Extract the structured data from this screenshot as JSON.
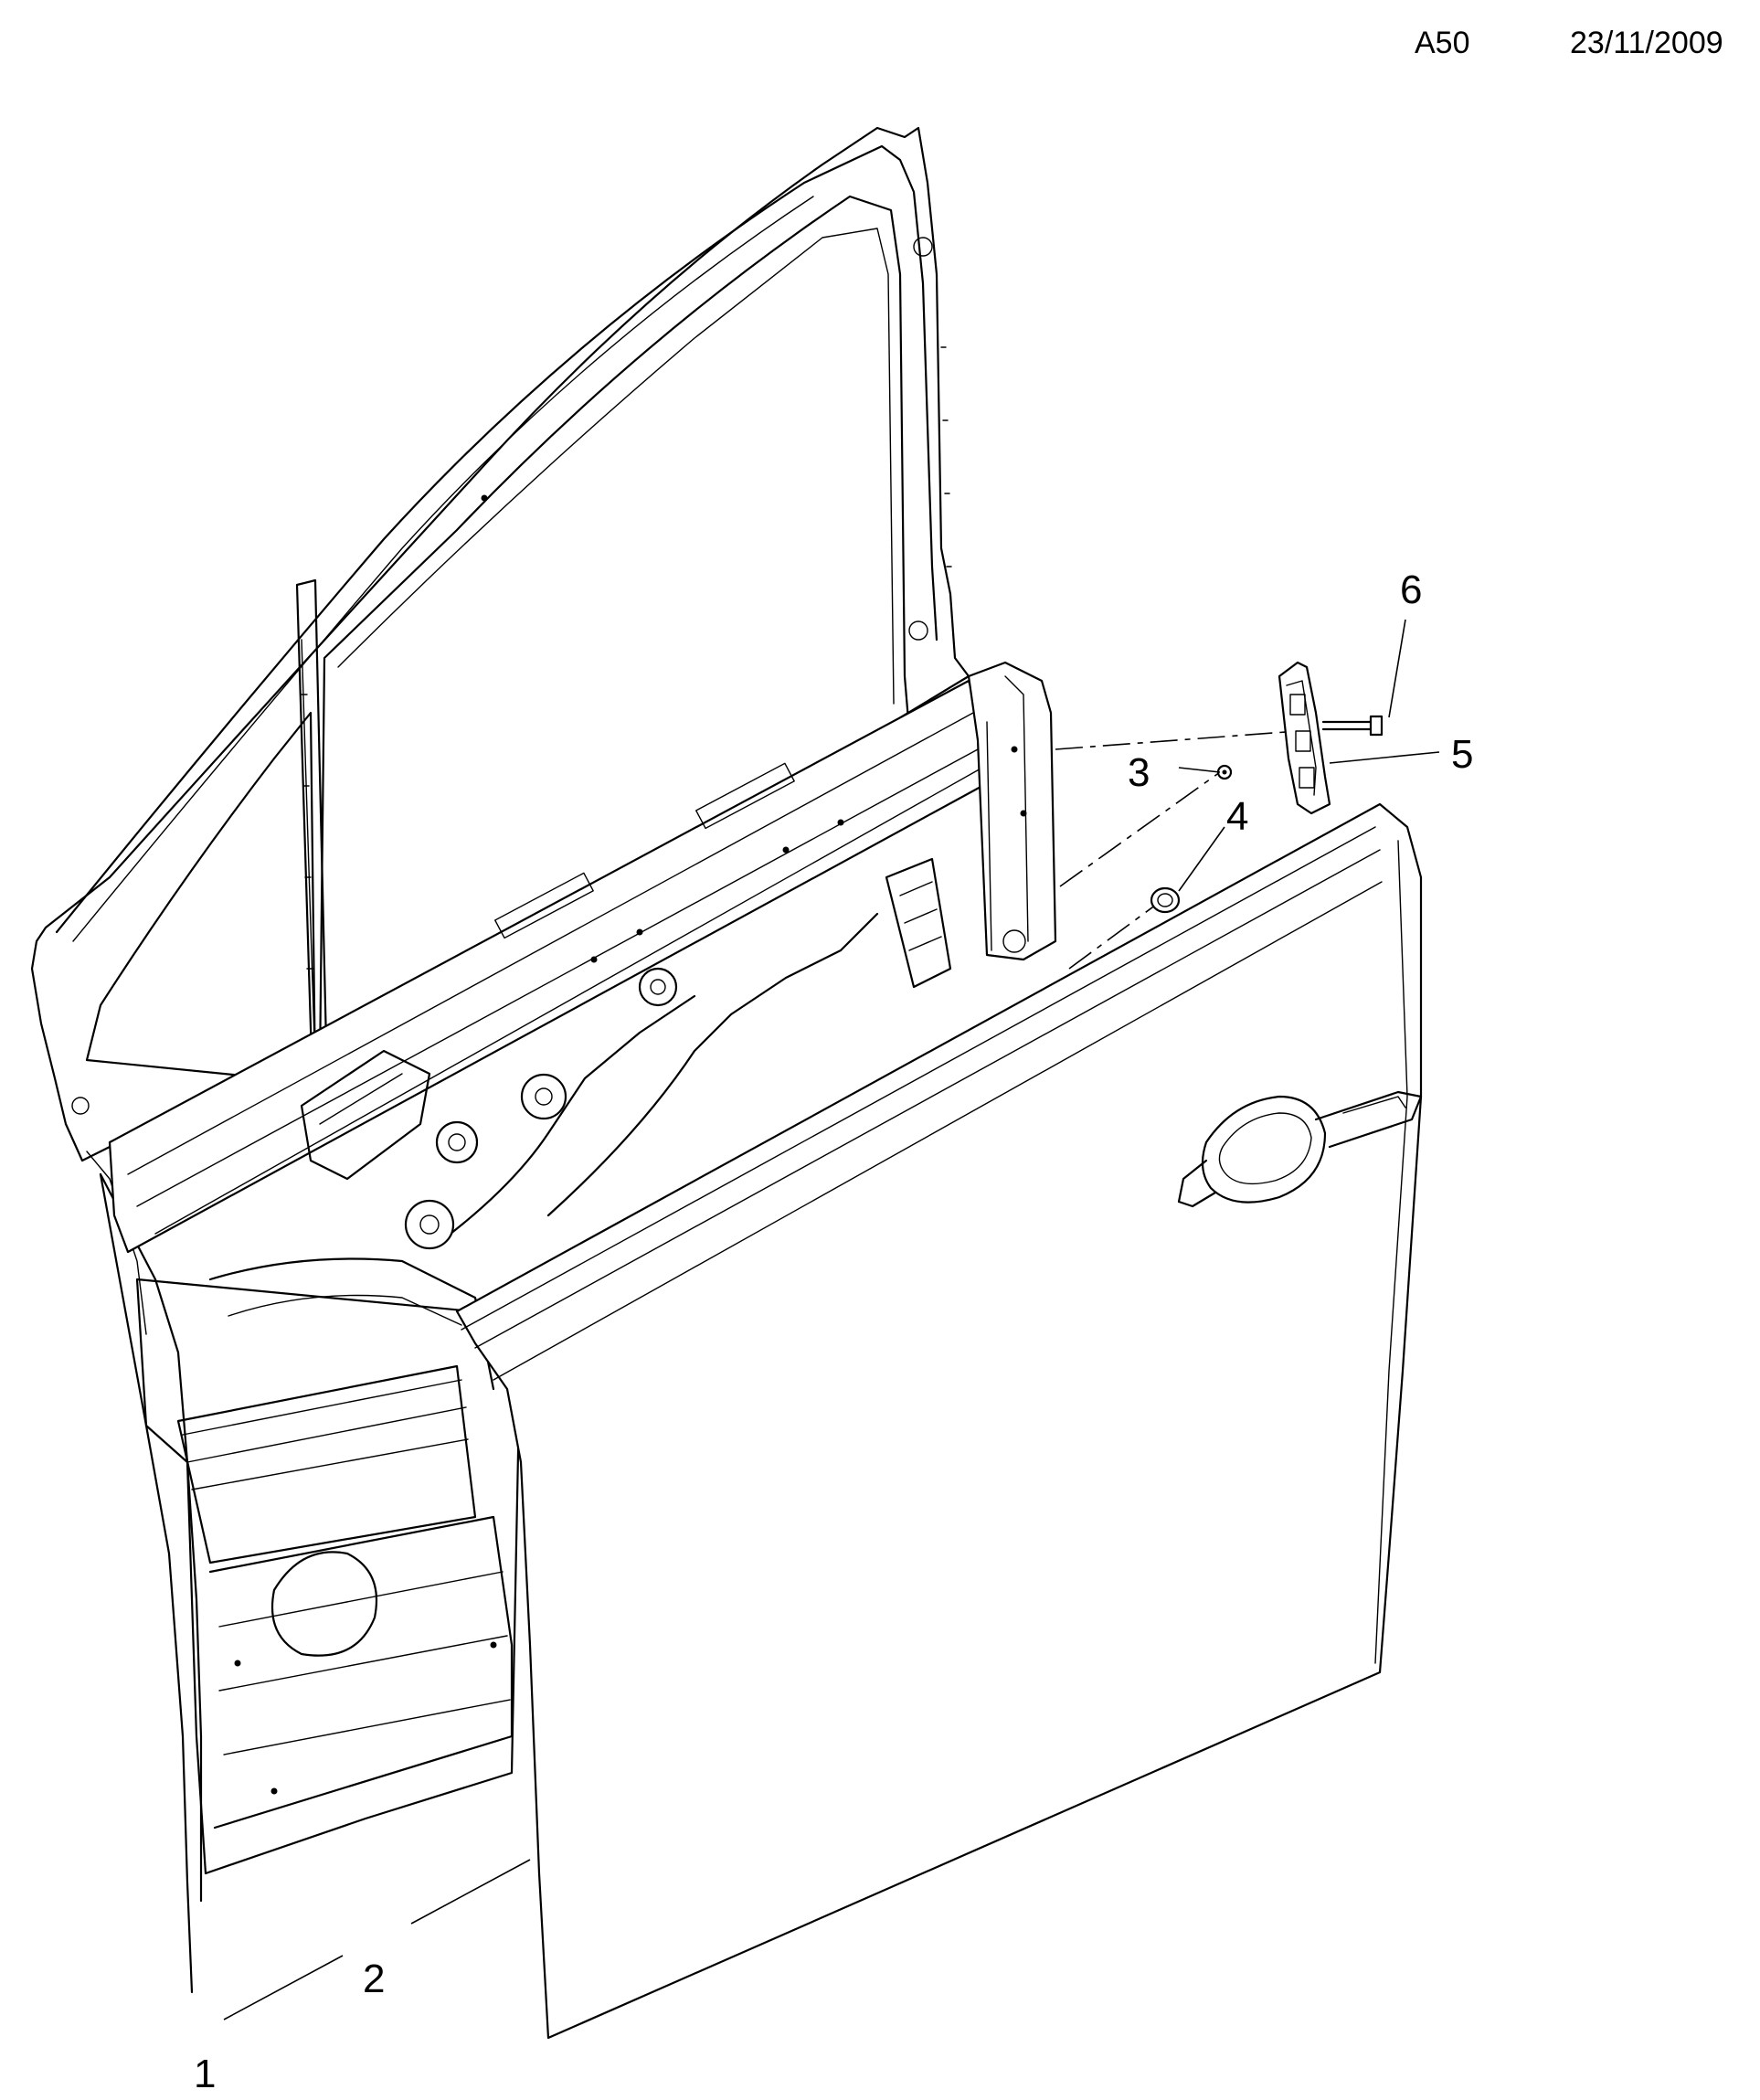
{
  "header": {
    "code": "A50",
    "date": "23/11/2009"
  },
  "callouts": [
    "1",
    "2",
    "3",
    "4",
    "5",
    "6"
  ]
}
